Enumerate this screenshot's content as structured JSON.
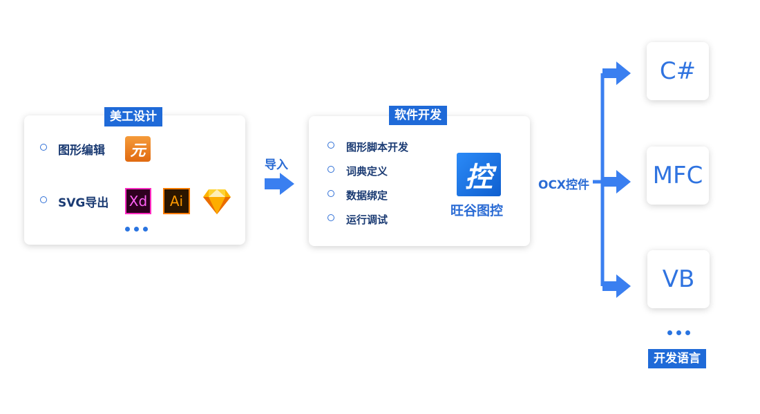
{
  "design": {
    "title": "美工设计",
    "items": [
      {
        "label": "图形编辑",
        "icons": [
          "yuan-app-icon"
        ]
      },
      {
        "label": "SVG导出",
        "icons": [
          "xd-icon",
          "ai-icon",
          "sketch-icon"
        ]
      }
    ],
    "icon_text": {
      "yuan": "元",
      "xd": "Xd",
      "ai": "Ai"
    }
  },
  "import_label": "导入",
  "dev": {
    "title": "软件开发",
    "items": [
      "图形脚本开发",
      "词典定义",
      "数据绑定",
      "运行调试"
    ],
    "product_icon_char": "控",
    "product_name": "旺谷图控"
  },
  "ocx_label": "OCX控件",
  "languages": [
    "C#",
    "MFC",
    "VB"
  ],
  "languages_title": "开发语言",
  "colors": {
    "accent": "#1f6ad8",
    "arrow": "#3a7ff0",
    "label_dark": "#1b3b73"
  }
}
